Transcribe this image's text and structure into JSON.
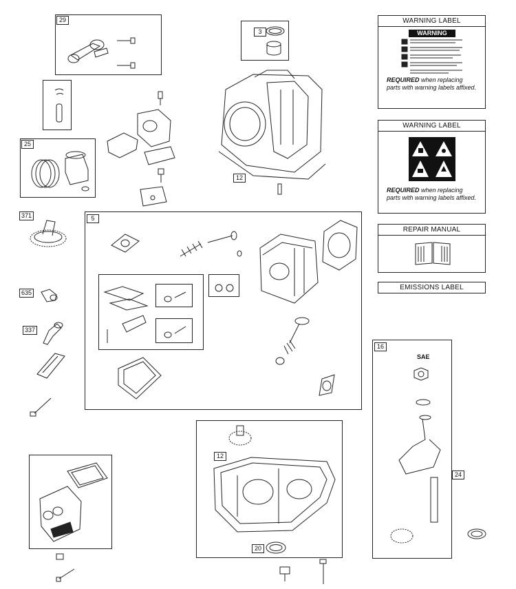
{
  "callouts": {
    "c29": "29",
    "c3": "3",
    "c25": "25",
    "c12a": "12",
    "c371": "371",
    "c5": "5",
    "c635": "635",
    "c337": "337",
    "c16": "16",
    "c12b": "12",
    "c24": "24",
    "c20": "20"
  },
  "labels": {
    "warning1": {
      "title": "WARNING LABEL",
      "sign": "WARNING",
      "required": "REQUIRED",
      "text": " when replacing parts with warning labels affixed."
    },
    "warning2": {
      "title": "WARNING LABEL",
      "required": "REQUIRED",
      "text": " when replacing parts with warning labels affixed."
    },
    "manual": {
      "title": "REPAIR MANUAL"
    },
    "emissions": {
      "title": "EMISSIONS LABEL"
    }
  },
  "crankshaft": {
    "standard": "SAE"
  },
  "icons": [
    "warning-sign-icon",
    "hazard-pictograms-icon",
    "manual-book-icon"
  ]
}
